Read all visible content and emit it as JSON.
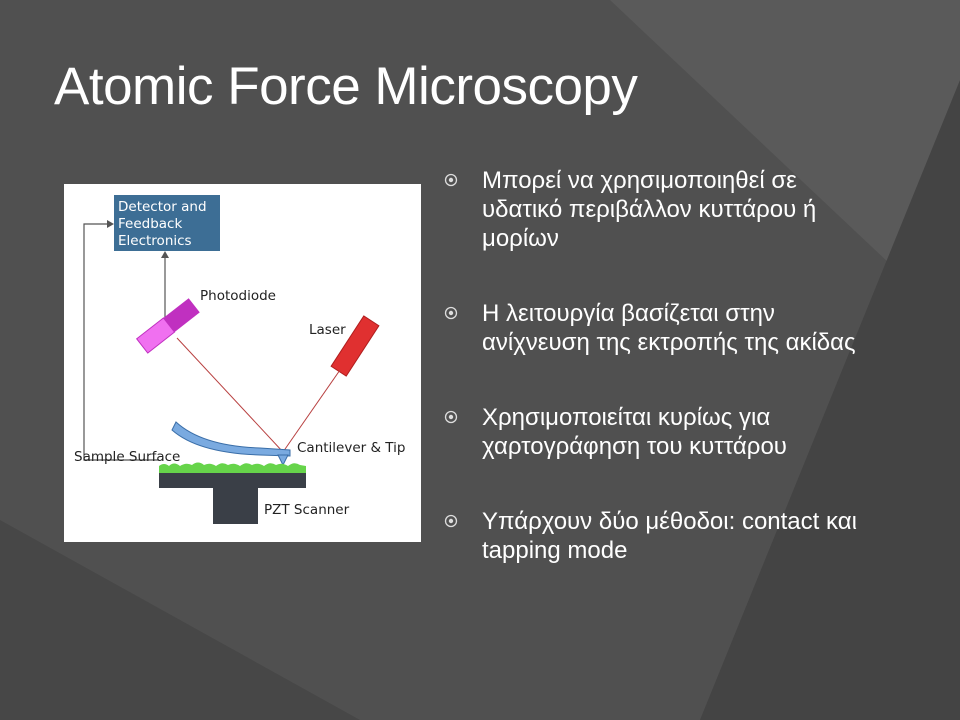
{
  "slide": {
    "title": "Atomic Force Microscopy"
  },
  "figure": {
    "labels": {
      "detector": [
        "Detector and",
        "Feedback",
        "Electronics"
      ],
      "photodiode": "Photodiode",
      "laser": "Laser",
      "sample_surface": "Sample Surface",
      "cantilever": "Cantilever & Tip",
      "pzt": "PZT Scanner"
    }
  },
  "bullets": [
    {
      "lines": [
        "Μπορεί να χρησιμοποιηθεί σε",
        "υδατικό περιβάλλον κυττάρου ή",
        "μορίων"
      ]
    },
    {
      "lines": [
        "Η λειτουργία βασίζεται στην",
        "ανίχνευση της εκτροπής της ακίδας"
      ]
    },
    {
      "lines": [
        "Χρησιμοποιείται κυρίως για",
        "χαρτογράφηση του κυττάρου"
      ]
    },
    {
      "lines": [
        "Υπάρχουν δύο μέθοδοι: contact και",
        "tapping mode"
      ]
    }
  ],
  "colors": {
    "background": "#4a4a4a",
    "detector_box": "#3d6e95",
    "photodiode_dark": "#c030c0",
    "photodiode_light": "#f070f0",
    "laser": "#e03030",
    "cantilever": "#6fa0d8",
    "sample_green": "#66d44a",
    "scanner": "#3a3f47"
  }
}
